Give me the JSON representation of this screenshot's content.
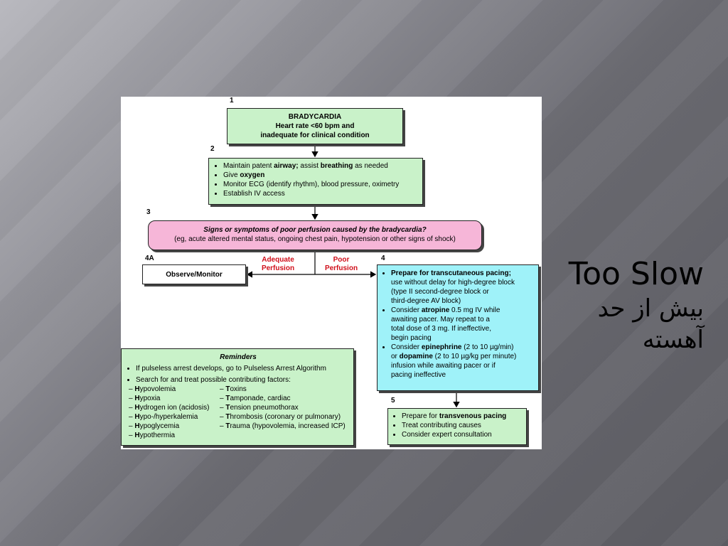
{
  "slide": {
    "title_en": "Too Slow",
    "title_fa_1": "بیش از حد",
    "title_fa_2": "آهسته"
  },
  "steps": {
    "s1": {
      "num": "1",
      "line1": "BRADYCARDIA",
      "line2": "Heart rate <60 bpm and",
      "line3": "inadequate for clinical condition"
    },
    "s2": {
      "num": "2",
      "i1_pre": "Maintain patent ",
      "i1_b1": "airway;",
      "i1_mid": " assist ",
      "i1_b2": "breathing",
      "i1_post": " as needed",
      "i2_pre": "Give ",
      "i2_b": "oxygen",
      "i3": "Monitor ECG (identify rhythm), blood pressure, oximetry",
      "i4": "Establish IV access"
    },
    "s3": {
      "num": "3",
      "line1": "Signs or symptoms of poor perfusion caused by the bradycardia?",
      "line2": "(eg, acute altered mental status, ongoing chest pain, hypotension or other signs of shock)"
    },
    "s4a": {
      "num": "4A",
      "label": "Observe/Monitor"
    },
    "branch": {
      "adequate_1": "Adequate",
      "adequate_2": "Perfusion",
      "poor_1": "Poor",
      "poor_2": "Perfusion"
    },
    "s4": {
      "num": "4",
      "i1_b": "Prepare for transcutaneous pacing;",
      "i1_r1": "use without delay for high-degree block",
      "i1_r2": "(type II second-degree block or",
      "i1_r3": "third-degree AV block)",
      "i2_pre": "Consider ",
      "i2_b": "atropine",
      "i2_post": " 0.5 mg IV while",
      "i2_r1": "awaiting pacer. May repeat to a",
      "i2_r2": "total dose of 3 mg. If ineffective,",
      "i2_r3": "begin pacing",
      "i3_pre": "Consider ",
      "i3_b": "epinephrine",
      "i3_post": " (2 to 10 µg/min)",
      "i3_or": "or ",
      "i3_b2": "dopamine",
      "i3_post2": " (2 to 10 µg/kg per minute)",
      "i3_r1": "infusion while awaiting pacer or if",
      "i3_r2": "pacing ineffective"
    },
    "s5": {
      "num": "5",
      "i1_pre": "Prepare for ",
      "i1_b": "transvenous pacing",
      "i2": "Treat contributing causes",
      "i3": "Consider expert consultation"
    }
  },
  "reminders": {
    "title": "Reminders",
    "b1": "If pulseless arrest develops, go to Pulseless Arrest Algorithm",
    "b2": "Search for and treat possible contributing factors:",
    "h": [
      {
        "dash": "– ",
        "b": "H",
        "rest": "ypovolemia"
      },
      {
        "dash": "– ",
        "b": "H",
        "rest": "ypoxia"
      },
      {
        "dash": "– ",
        "b": "H",
        "rest": "ydrogen ion (acidosis)"
      },
      {
        "dash": "– ",
        "b": "H",
        "rest": "ypo-/hyperkalemia"
      },
      {
        "dash": "– ",
        "b": "H",
        "rest": "ypoglycemia"
      },
      {
        "dash": "– ",
        "b": "H",
        "rest": "ypothermia"
      }
    ],
    "t": [
      {
        "dash": "– ",
        "b": "T",
        "rest": "oxins"
      },
      {
        "dash": "– ",
        "b": "T",
        "rest": "amponade, cardiac"
      },
      {
        "dash": "– ",
        "b": "T",
        "rest": "ension pneumothorax"
      },
      {
        "dash": "– ",
        "b": "T",
        "rest": "hrombosis (coronary or pulmonary)"
      },
      {
        "dash": "– ",
        "b": "T",
        "rest": "rauma (hypovolemia, increased ICP)"
      }
    ]
  }
}
